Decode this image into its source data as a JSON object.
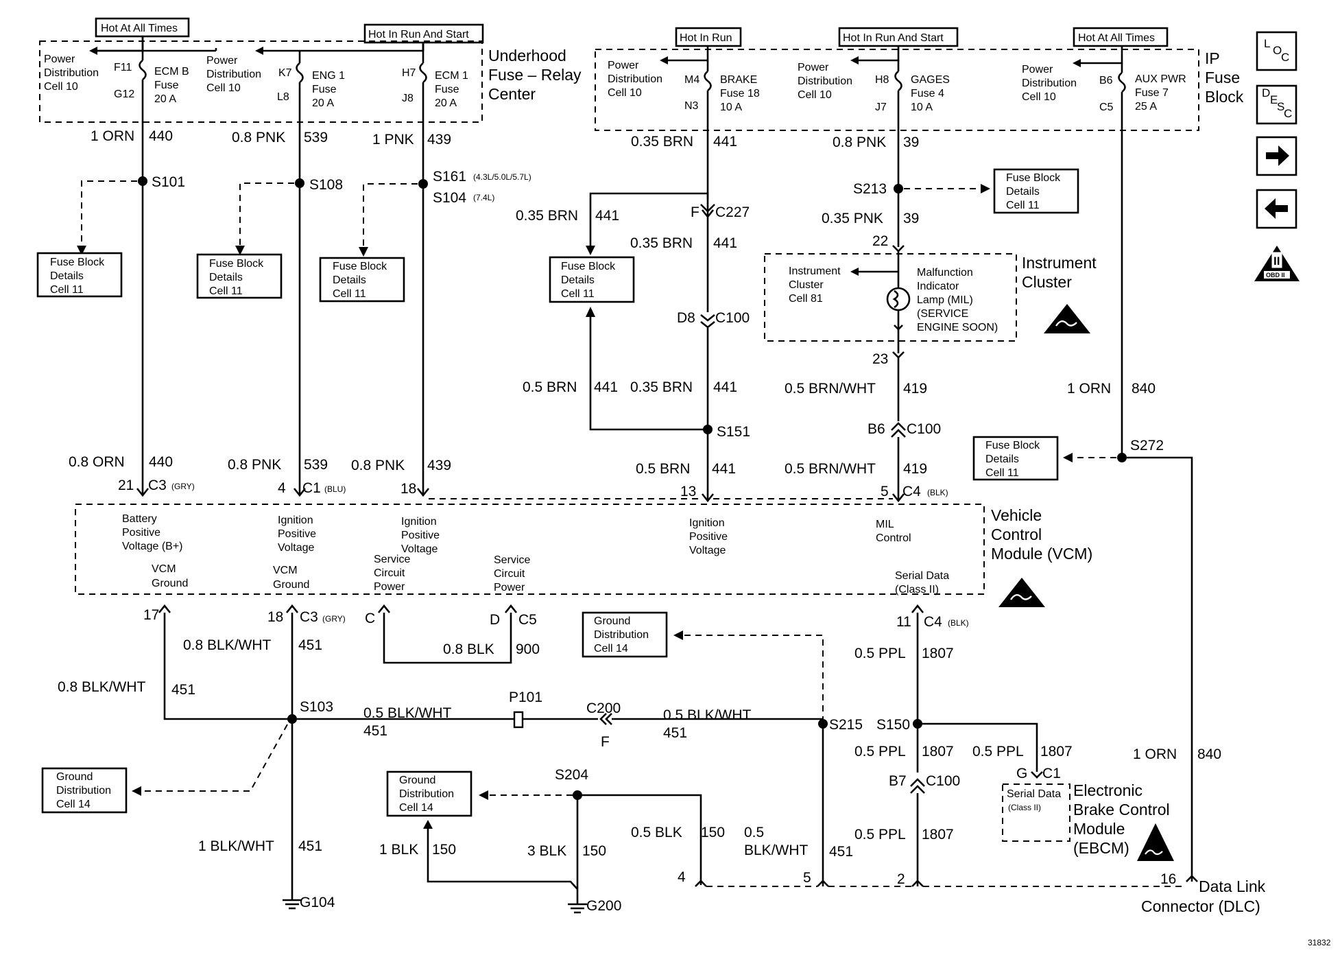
{
  "supply_headers": [
    "Hot At All Times",
    "Hot In Run And Start",
    "Hot In Run",
    "Hot In Run And Start",
    "Hot At All Times"
  ],
  "modules": {
    "underhood": [
      "Underhood",
      "Fuse – Relay",
      "Center"
    ],
    "ip_fuse_block": [
      "IP",
      "Fuse",
      "Block"
    ],
    "vcm": [
      "Vehicle",
      "Control",
      "Module (VCM)"
    ],
    "instrument_cluster": [
      "Instrument",
      "Cluster"
    ],
    "ebcm": [
      "Electronic",
      "Brake Control",
      "Module",
      "(EBCM)"
    ],
    "dlc": [
      "Data Link",
      "Connector (DLC)"
    ]
  },
  "power_distribution": [
    "Power",
    "Distribution",
    "Cell 10"
  ],
  "fuses": [
    {
      "pins": [
        "F11",
        "G12"
      ],
      "label": [
        "ECM B",
        "Fuse",
        "20 A"
      ]
    },
    {
      "pins": [
        "K7",
        "L8"
      ],
      "label": [
        "ENG 1",
        "Fuse",
        "20 A"
      ]
    },
    {
      "pins": [
        "H7",
        "J8"
      ],
      "label": [
        "ECM 1",
        "Fuse",
        "20 A"
      ]
    },
    {
      "pins": [
        "M4",
        "N3"
      ],
      "label": [
        "BRAKE",
        "Fuse 18",
        "10 A"
      ]
    },
    {
      "pins": [
        "H8",
        "J7"
      ],
      "label": [
        "GAGES",
        "Fuse 4",
        "10 A"
      ]
    },
    {
      "pins": [
        "B6",
        "C5"
      ],
      "label": [
        "AUX PWR",
        "Fuse 7",
        "25 A"
      ]
    }
  ],
  "fuse_block_details": [
    "Fuse Block",
    "Details",
    "Cell 11"
  ],
  "ground_distribution": [
    "Ground",
    "Distribution",
    "Cell 14"
  ],
  "wires": {
    "w440a": [
      "1 ORN",
      "440"
    ],
    "w539a": [
      "0.8 PNK",
      "539"
    ],
    "w439a": [
      "1 PNK",
      "439"
    ],
    "w441a": [
      "0.35 BRN",
      "441"
    ],
    "w39a": [
      "0.8 PNK",
      "39"
    ],
    "w441b": [
      "0.35 BRN",
      "441"
    ],
    "w441c": [
      "0.35 BRN",
      "441"
    ],
    "w39b": [
      "0.35 PNK",
      "39"
    ],
    "w441d": [
      "0.5 BRN",
      "441"
    ],
    "w441e": [
      "0.35 BRN",
      "441"
    ],
    "w419a": [
      "0.5 BRN/WHT",
      "419"
    ],
    "w840a": [
      "1 ORN",
      "840"
    ],
    "w440b": [
      "0.8 ORN",
      "440"
    ],
    "w539b": [
      "0.8 PNK",
      "539"
    ],
    "w439b": [
      "0.8 PNK",
      "439"
    ],
    "w441f": [
      "0.5 BRN",
      "441"
    ],
    "w419b": [
      "0.5 BRN/WHT",
      "419"
    ],
    "w451a": [
      "0.8 BLK/WHT",
      "451"
    ],
    "w900": [
      "0.8 BLK",
      "900"
    ],
    "w1807a": [
      "0.5 PPL",
      "1807"
    ],
    "w451b": [
      "0.8 BLK/WHT",
      "451"
    ],
    "w451c": [
      "0.5 BLK/WHT",
      "451"
    ],
    "w451d": [
      "0.5 BLK/WHT",
      "451"
    ],
    "w1807b": [
      "0.5 PPL",
      "1807"
    ],
    "w1807c": [
      "0.5 PPL",
      "1807"
    ],
    "w840b": [
      "1 ORN",
      "840"
    ],
    "w150a": [
      "0.5 BLK",
      "150"
    ],
    "w451e": [
      "0.5",
      "BLK/WHT",
      "451"
    ],
    "w1807d": [
      "0.5 PPL",
      "1807"
    ],
    "w451f": [
      "1 BLK/WHT",
      "451"
    ],
    "w150b": [
      "1 BLK",
      "150"
    ],
    "w150c": [
      "3 BLK",
      "150"
    ]
  },
  "splices": {
    "s101": "S101",
    "s108": "S108",
    "s161": "S161",
    "s161_note": "(4.3L/5.0L/5.7L)",
    "s104": "S104",
    "s104_note": "(7.4L)",
    "s213": "S213",
    "s151": "S151",
    "s272": "S272",
    "s103": "S103",
    "s215": "S215",
    "s150": "S150",
    "s204": "S204"
  },
  "connectors": {
    "c227": [
      "F",
      "C227"
    ],
    "c100a": [
      "D8",
      "C100"
    ],
    "c100b": [
      "B6",
      "C100"
    ],
    "c100c": [
      "B7",
      "C100"
    ],
    "cluster_pins": [
      "22",
      "23"
    ],
    "vcm_top": [
      {
        "pin": "21",
        "conn": "C3",
        "color": "(GRY)"
      },
      {
        "pin": "4",
        "conn": "C1",
        "color": "(BLU)"
      },
      {
        "pin": "18",
        "conn": "",
        "color": ""
      },
      {
        "pin": "13",
        "conn": "",
        "color": ""
      },
      {
        "pin": "5",
        "conn": "C4",
        "color": "(BLK)"
      }
    ],
    "vcm_bottom": [
      {
        "pin": "17",
        "conn": "",
        "color": ""
      },
      {
        "pin": "18",
        "conn": "C3",
        "color": "(GRY)"
      },
      {
        "pin": "C",
        "conn": "",
        "color": ""
      },
      {
        "pin": "D",
        "conn": "C5",
        "color": ""
      },
      {
        "pin": "11",
        "conn": "C4",
        "color": "(BLK)"
      }
    ],
    "p101": "P101",
    "c200": [
      "C200",
      "F"
    ],
    "ebcm": [
      "G",
      "C1"
    ],
    "dlc_pins": [
      "4",
      "5",
      "2",
      "16"
    ]
  },
  "vcm_functions": {
    "battery": [
      "Battery",
      "Positive",
      "Voltage (B+)"
    ],
    "ign1": [
      "Ignition",
      "Positive",
      "Voltage"
    ],
    "ign2": [
      "Ignition",
      "Positive",
      "Voltage"
    ],
    "ign3": [
      "Ignition",
      "Positive",
      "Voltage"
    ],
    "mil": [
      "MIL",
      "Control"
    ],
    "gnd1": [
      "VCM",
      "Ground"
    ],
    "gnd2": [
      "VCM",
      "Ground"
    ],
    "svc1": [
      "Service",
      "Circuit",
      "Power"
    ],
    "svc2": [
      "Service",
      "Circuit",
      "Power"
    ],
    "serial": [
      "Serial Data",
      "(Class II)"
    ]
  },
  "cluster_functions": {
    "left": [
      "Instrument",
      "Cluster",
      "Cell 81"
    ],
    "mil": [
      "Malfunction",
      "Indicator",
      "Lamp (MIL)",
      "(SERVICE",
      "ENGINE SOON)"
    ]
  },
  "ebcm_serial": [
    "Serial Data",
    "(Class II)"
  ],
  "grounds": {
    "g104": "G104",
    "g200": "G200"
  },
  "nav": {
    "loc": [
      "L",
      "O",
      "C"
    ],
    "desc": [
      "D",
      "E",
      "S",
      "C"
    ],
    "next": "next-arrow-icon",
    "prev": "prev-arrow-icon",
    "obd": [
      "II",
      "OBD II"
    ]
  },
  "figure_number": "31832"
}
